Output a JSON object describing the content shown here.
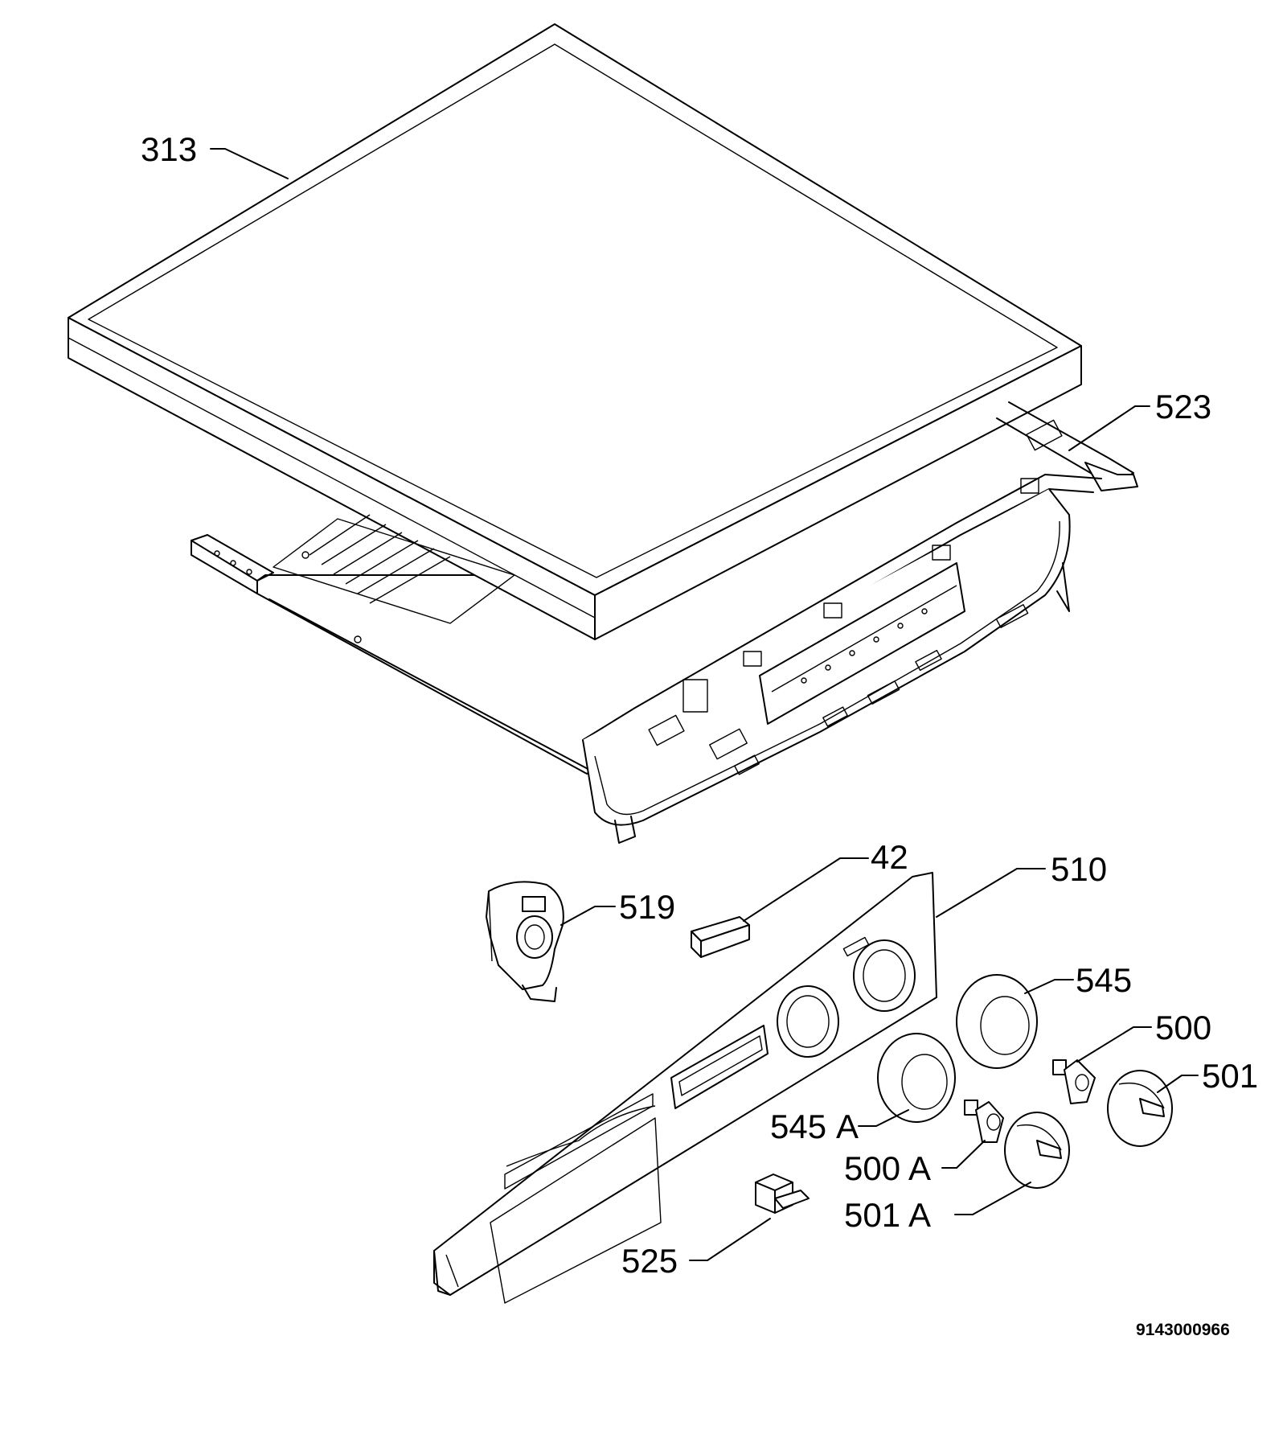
{
  "diagram": {
    "callouts": {
      "c313": "313",
      "c523": "523",
      "c42": "42",
      "c510": "510",
      "c519": "519",
      "c545": "545",
      "c500": "500",
      "c501": "501",
      "c545a": "545",
      "c545a_suffix": "A",
      "c500a": "500",
      "c500a_suffix": "A",
      "c501a": "501",
      "c501a_suffix": "A",
      "c525": "525"
    },
    "document_id": "9143000966"
  }
}
